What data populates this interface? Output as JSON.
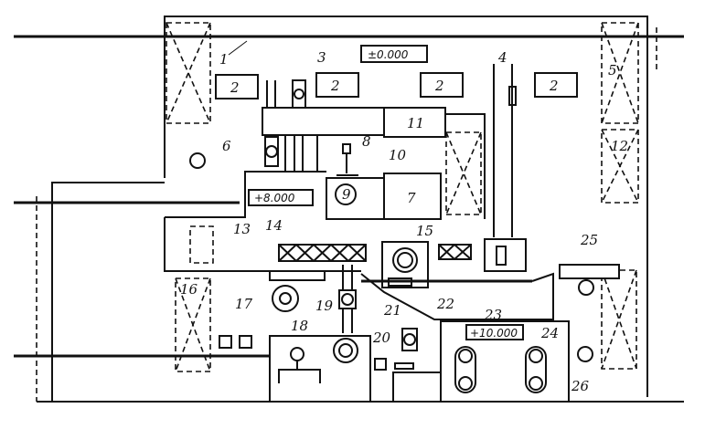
{
  "title": "Equipment layout plan",
  "elevations": {
    "ground": "±0.000",
    "platform": "+8.000",
    "upper": "+10.000"
  },
  "labels": [
    "1",
    "2",
    "3",
    "4",
    "5",
    "6",
    "7",
    "8",
    "9",
    "10",
    "11",
    "12",
    "13",
    "14",
    "15",
    "16",
    "17",
    "18",
    "19",
    "20",
    "21",
    "22",
    "23",
    "24",
    "25",
    "26"
  ],
  "repeated_box_label": "2"
}
